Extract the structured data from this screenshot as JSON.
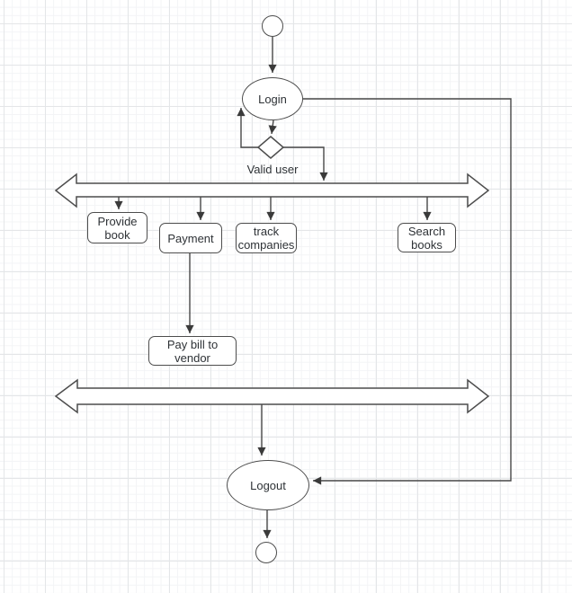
{
  "diagram": {
    "kind": "uml-activity-flowchart",
    "background": "grid",
    "colors": {
      "shape_stroke": "#4d4d4d",
      "connector_stroke": "#474747",
      "shape_fill": "#ffffff",
      "text": "#2e3236",
      "grid_minor": "#f3f4f6",
      "grid_major": "#e4e6e8"
    },
    "nodes": {
      "start": {
        "shape": "initial-circle",
        "label": ""
      },
      "login": {
        "shape": "ellipse",
        "label": "Login"
      },
      "decision": {
        "shape": "diamond",
        "label": ""
      },
      "decision_label": {
        "shape": "text",
        "label": "Valid user"
      },
      "fork_bar": {
        "shape": "double-arrow-bar"
      },
      "provide_book": {
        "shape": "rounded-rect",
        "label": "Provide book"
      },
      "payment": {
        "shape": "rounded-rect",
        "label": "Payment"
      },
      "track_companies": {
        "shape": "rounded-rect",
        "label": "track companies"
      },
      "search_books": {
        "shape": "rounded-rect",
        "label": "Search books"
      },
      "pay_bill": {
        "shape": "rounded-rect",
        "label": "Pay bill to vendor"
      },
      "join_bar": {
        "shape": "double-arrow-bar"
      },
      "logout": {
        "shape": "ellipse",
        "label": "Logout"
      },
      "end": {
        "shape": "final-circle",
        "label": ""
      }
    },
    "edges": [
      {
        "from": "start",
        "to": "login"
      },
      {
        "from": "login",
        "to": "decision"
      },
      {
        "from": "decision",
        "to": "login",
        "note": "retry loop on left"
      },
      {
        "from": "decision",
        "to": "fork_bar"
      },
      {
        "from": "login",
        "to": "logout",
        "note": "right-side rail"
      },
      {
        "from": "fork_bar",
        "to": "provide_book"
      },
      {
        "from": "fork_bar",
        "to": "payment"
      },
      {
        "from": "fork_bar",
        "to": "track_companies"
      },
      {
        "from": "fork_bar",
        "to": "search_books"
      },
      {
        "from": "payment",
        "to": "pay_bill"
      },
      {
        "from": "join_bar",
        "to": "logout"
      },
      {
        "from": "logout",
        "to": "end"
      }
    ]
  }
}
